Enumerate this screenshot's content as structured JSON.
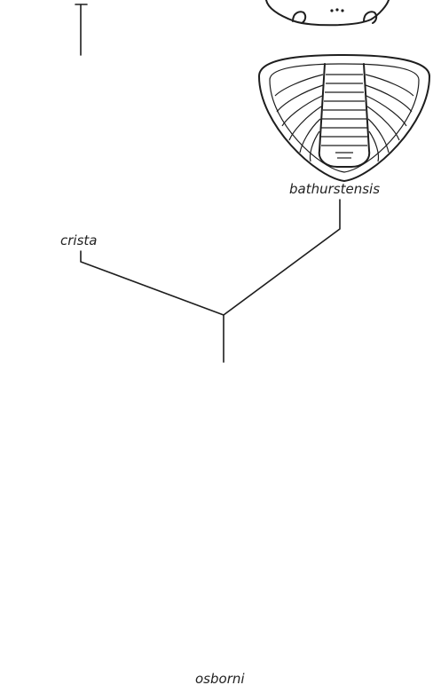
{
  "labels": {
    "crista": "crista",
    "bathurstensis": "bathurstensis",
    "osborni": "osborni"
  },
  "colors": {
    "ink": "#1e1e1e",
    "paper": "#ffffff"
  }
}
